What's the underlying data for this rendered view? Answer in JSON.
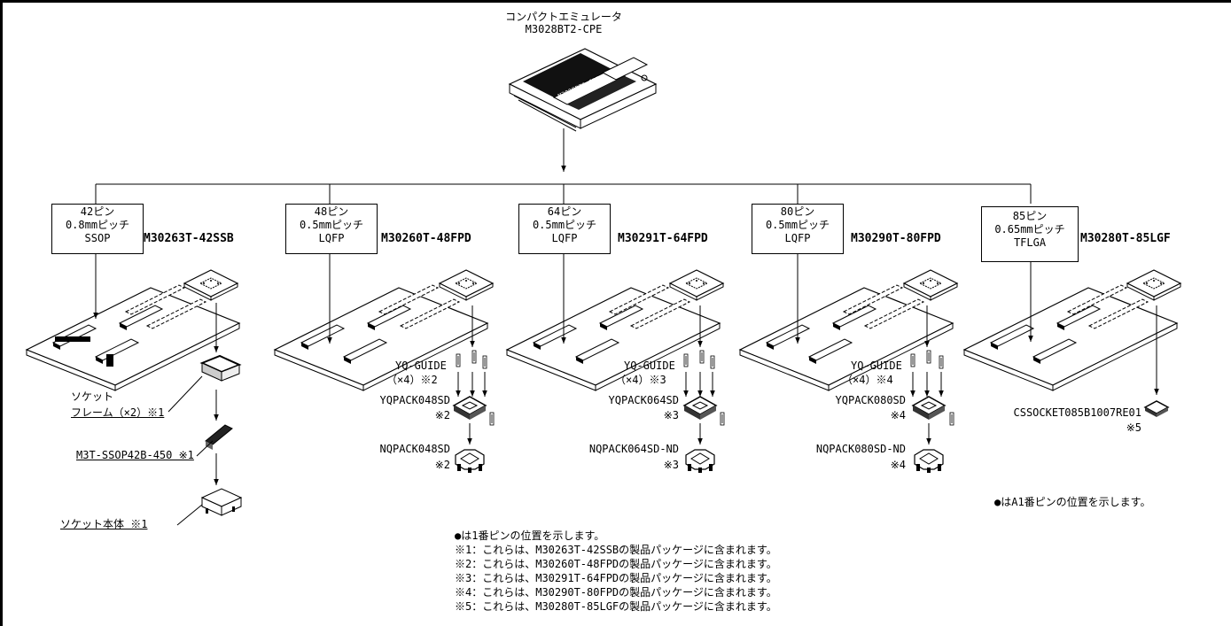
{
  "emulator": {
    "name": "コンパクトエミュレータ",
    "model": "M3028BT2-CPE",
    "board_label": "M3028BT2-CPE"
  },
  "branches": [
    {
      "pins": "42ピン",
      "pitch": "0.8mmピッチ",
      "package": "SSOP",
      "model": "M30263T-42SSB"
    },
    {
      "pins": "48ピン",
      "pitch": "0.5mmピッチ",
      "package": "LQFP",
      "model": "M30260T-48FPD"
    },
    {
      "pins": "64ピン",
      "pitch": "0.5mmピッチ",
      "package": "LQFP",
      "model": "M30291T-64FPD"
    },
    {
      "pins": "80ピン",
      "pitch": "0.5mmピッチ",
      "package": "LQFP",
      "model": "M30290T-80FPD"
    },
    {
      "pins": "85ピン",
      "pitch": "0.65mmピッチ",
      "package": "TFLGA",
      "model": "M30280T-85LGF"
    }
  ],
  "ssop_parts": {
    "frame_l1": "ソケット",
    "frame_l2": "フレーム（×2）※1",
    "adapter": "M3T-SSOP42B-450 ※1",
    "socket_body": "ソケット本体 ※1"
  },
  "lqfp_parts": [
    {
      "guide": "YQ-GUIDE",
      "guide_qty": "（×4）※2",
      "yq": "YQPACK048SD",
      "yq_note": "※2",
      "nq": "NQPACK048SD",
      "nq_note": "※2"
    },
    {
      "guide": "YQ-GUIDE",
      "guide_qty": "（×4）※3",
      "yq": "YQPACK064SD",
      "yq_note": "※3",
      "nq": "NQPACK064SD-ND",
      "nq_note": "※3"
    },
    {
      "guide": "YQ-GUIDE",
      "guide_qty": "（×4）※4",
      "yq": "YQPACK080SD",
      "yq_note": "※4",
      "nq": "NQPACK080SD-ND",
      "nq_note": "※4"
    }
  ],
  "tflga_part": {
    "socket": "CSSOCKET085B1007RE01",
    "note": "※5"
  },
  "note_a1": "●はA1番ピンの位置を示します。",
  "notes": [
    "●は1番ピンの位置を示します。",
    "※1：これらは、M30263T-42SSBの製品パッケージに含まれます。",
    "※2：これらは、M30260T-48FPDの製品パッケージに含まれます。",
    "※3：これらは、M30291T-64FPDの製品パッケージに含まれます。",
    "※4：これらは、M30290T-80FPDの製品パッケージに含まれます。",
    "※5：これらは、M30280T-85LGFの製品パッケージに含まれます。"
  ]
}
